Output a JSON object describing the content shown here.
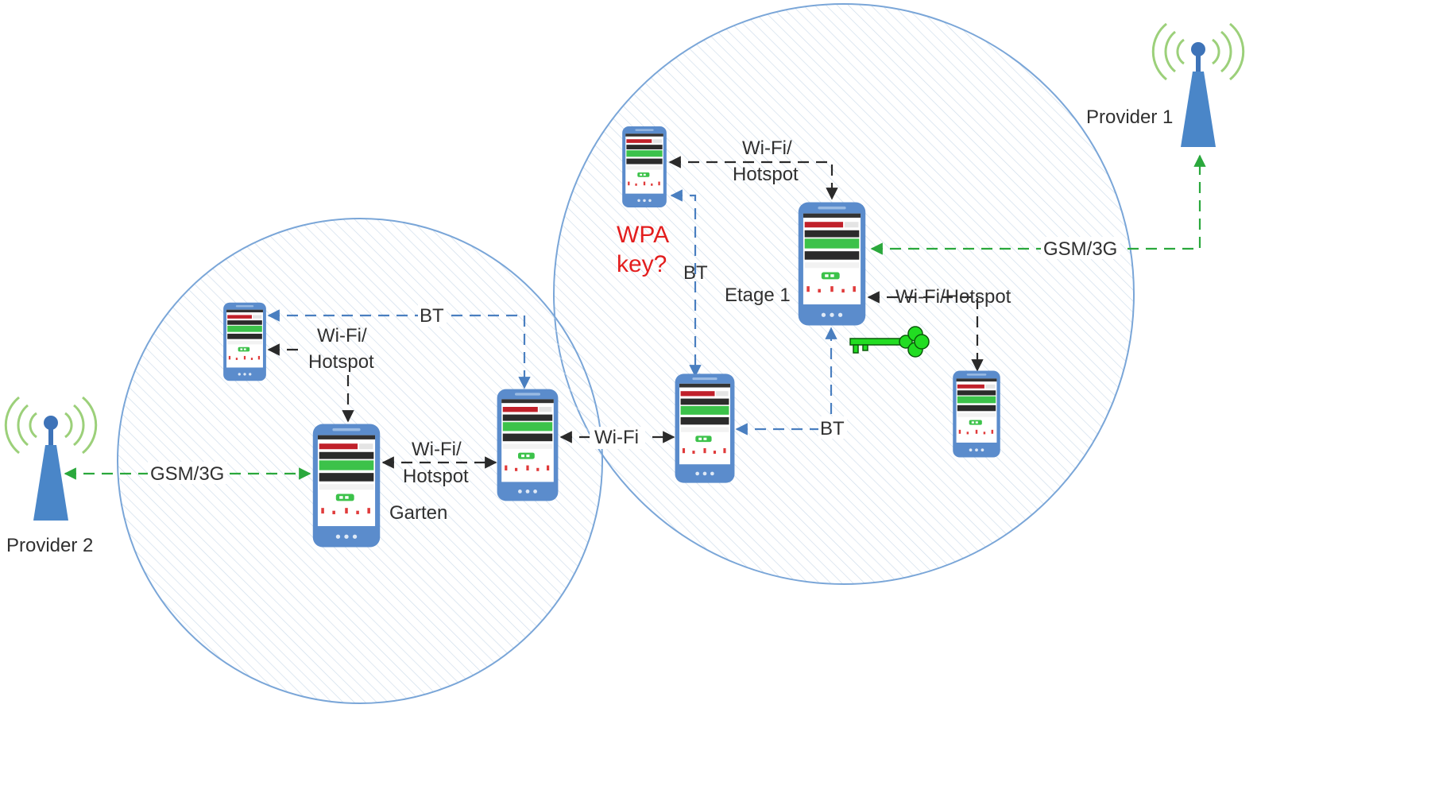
{
  "labels": {
    "provider1": "Provider 1",
    "provider2": "Provider 2",
    "etage1": "Etage 1",
    "garten": "Garten",
    "wpa_line1": "WPA",
    "wpa_line2": "key?",
    "gsm_right": "GSM/3G",
    "gsm_left": "GSM/3G",
    "wifi_hotspot_top_l1": "Wi-Fi/",
    "wifi_hotspot_top_l2": "Hotspot",
    "wifi_hotspot_right": "Wi-Fi/Hotspot",
    "bt_vertical": "BT",
    "bt_lower": "BT",
    "bt_left_top": "BT",
    "wifi_left_l1": "Wi-Fi/",
    "wifi_left_l2": "Hotspot",
    "wifi_garten_l1": "Wi-Fi/",
    "wifi_garten_l2": "Hotspot",
    "wifi_bridge": "Wi-Fi"
  },
  "colors": {
    "circle_stroke": "#7aa6d8",
    "hatch": "#c8d6e6",
    "phone_body": "#5b8ccc",
    "tower": "#4a7fc0",
    "signal_waves": "#9cd07a",
    "key": "#22dd22",
    "wpa_text": "#e31e1e",
    "link_blue": "#4a7fc0",
    "link_black": "#2a2a2a",
    "link_green": "#2aa83c"
  },
  "icons": [
    "cell-tower-icon",
    "smartphone-icon",
    "key-icon"
  ]
}
